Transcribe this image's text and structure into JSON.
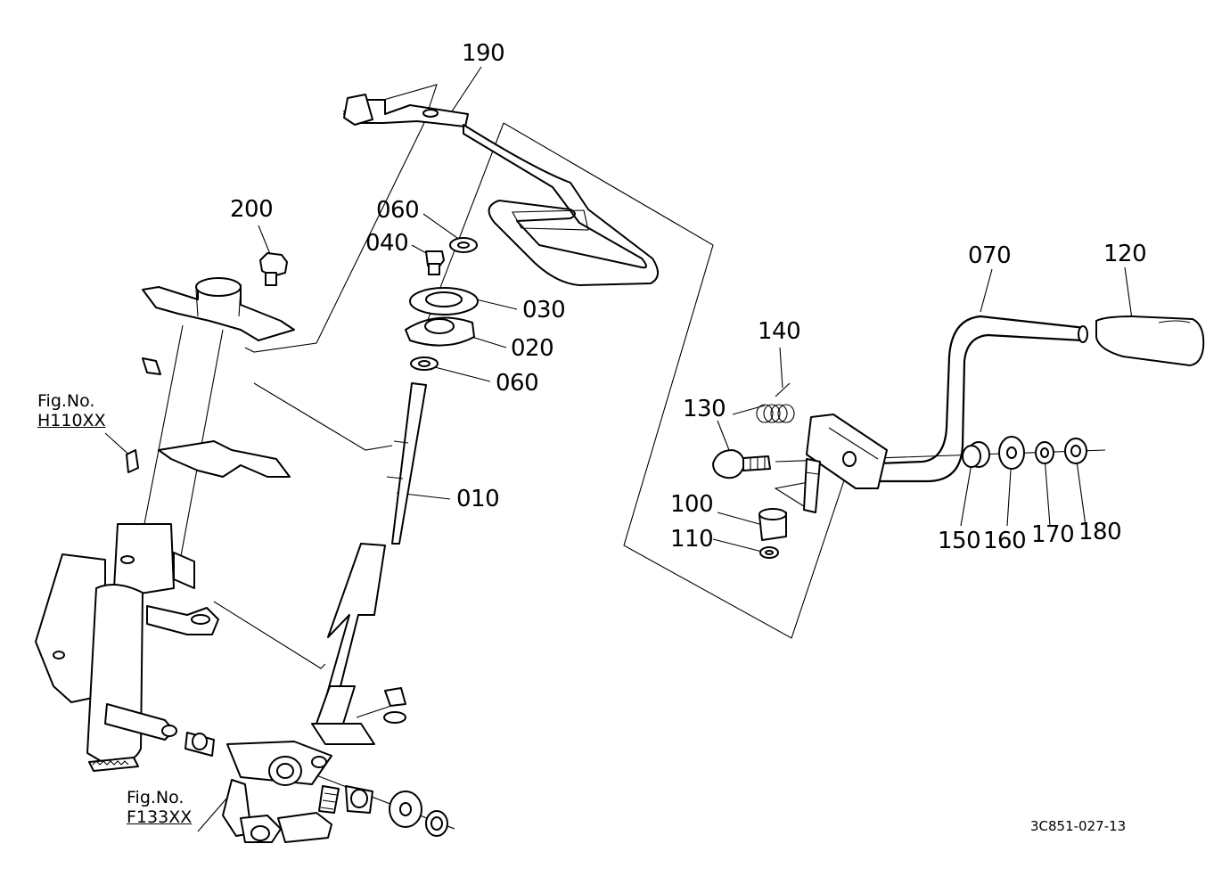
{
  "parts": [
    {
      "id": "p190",
      "label": "190"
    },
    {
      "id": "p200",
      "label": "200"
    },
    {
      "id": "p060a",
      "label": "060"
    },
    {
      "id": "p040",
      "label": "040"
    },
    {
      "id": "p030",
      "label": "030"
    },
    {
      "id": "p020",
      "label": "020"
    },
    {
      "id": "p060b",
      "label": "060"
    },
    {
      "id": "p010",
      "label": "010"
    },
    {
      "id": "p070",
      "label": "070"
    },
    {
      "id": "p120",
      "label": "120"
    },
    {
      "id": "p140",
      "label": "140"
    },
    {
      "id": "p130",
      "label": "130"
    },
    {
      "id": "p100",
      "label": "100"
    },
    {
      "id": "p110",
      "label": "110"
    },
    {
      "id": "p150",
      "label": "150"
    },
    {
      "id": "p160",
      "label": "160"
    },
    {
      "id": "p170",
      "label": "170"
    },
    {
      "id": "p180",
      "label": "180"
    }
  ],
  "figure_refs": [
    {
      "title": "Fig.No.",
      "ref": "H110XX"
    },
    {
      "title": "Fig.No.",
      "ref": "F133XX"
    }
  ],
  "drawing_code": "3C851-027-13"
}
